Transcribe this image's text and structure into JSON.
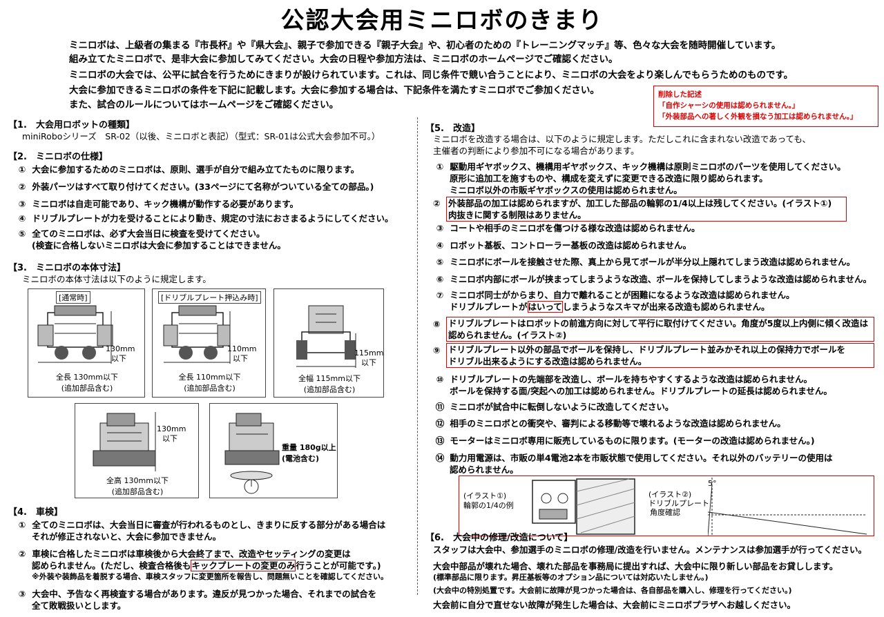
{
  "title": "公認大会用ミニロボのきまり",
  "intro": [
    "ミニロボは、上級者の集まる『市長杯』や『県大会』、親子で参加できる『親子大会』や、初心者のための『トレーニングマッチ』等、色々な大会を随時開催しています。",
    "組み立てたミニロボで、是非大会に参加してみてください。大会の日程や参加方法は、ミニロボのホームページでご確認ください。",
    "ミニロボの大会では、公平に試合を行うためにきまりが設けられています。これは、同じ条件で競い合うことにより、ミニロボの大会をより楽しんでもらうためのものです。",
    "大会に参加できるミニロボの条件を下記に記載します。大会に参加する場合は、下記条件を満たすミニロボでご参加ください。",
    "また、試合のルールについてはホームページをご確認ください。"
  ],
  "removed": {
    "heading": "削除した記述",
    "lines": [
      "「自作シャーシの使用は認められません。」",
      "「外装部品への著しく外観を損なう加工は認められません。」"
    ]
  },
  "s1": {
    "heading": "【1.　大会用ロボットの種類】",
    "text": "miniRoboシリーズ　SR-02（以後、ミニロボと表記）（型式：SR-01は公式大会参加不可。）"
  },
  "s2": {
    "heading": "【2.　ミニロボの仕様】",
    "items": [
      {
        "n": "①",
        "t": "大会に参加するためのミニロボは、原則、選手が自分で組み立てたものに限ります。"
      },
      {
        "n": "②",
        "t": "外装パーツはすべて取り付けてください。(33ページにて名称がついている全ての部品。)"
      },
      {
        "n": "③",
        "t": "ミニロボは自走可能であり、キック機構が動作する必要があります。"
      },
      {
        "n": "④",
        "t": "ドリブルプレートが力を受けることにより動き、規定の寸法におさまるようにしてください。"
      },
      {
        "n": "⑤",
        "t": "全てのミニロボは、必ず大会当日に検査を受けてください。"
      }
    ],
    "item5_sub": "(検査に合格しないミニロボは大会に参加することはできません。"
  },
  "s3": {
    "heading": "【3.　ミニロボの本体寸法】",
    "text": "ミニロボの本体寸法は以下のように規定します。",
    "fig1": {
      "tag": "[通常時]",
      "dim": "130mm",
      "dim2": "以下",
      "cap1": "全長 130mm以下",
      "cap2": "(追加部品含む)"
    },
    "fig2": {
      "tag": "[ドリブルプレート押込み時]",
      "dim": "110mm",
      "dim2": "以下",
      "cap1": "全長 110mm以下",
      "cap2": "(追加部品含む)"
    },
    "fig3": {
      "dim": "115mm",
      "dim2": "以下",
      "cap1": "全幅 115mm以下",
      "cap2": "(追加部品含む)"
    },
    "fig4": {
      "dim": "130mm",
      "dim2": "以下",
      "cap1": "全高 130mm以下",
      "cap2": "(追加部品含む)"
    },
    "fig5": {
      "cap1": "重量 180g以上",
      "cap2": "(電池含む)"
    }
  },
  "s4": {
    "heading": "【4.　車検】",
    "i1a": "全てのミニロボは、大会当日に審査が行われるものとし、きまりに反する部分がある場合は",
    "i1b": "それが修正されないと、大会に参加できません。",
    "i2a": "車検に合格したミニロボは車検後から大会終了まで、改造やセッティングの変更は",
    "i2b1": "認められません。(ただし、検査合格後も",
    "i2b2": "キックプレートの変更のみ",
    "i2b3": "行うことが可能です。)",
    "i2c": "※外装や装飾品を着脱する場合、車検スタッフに変更箇所を報告し、問題無いことを確認してください。",
    "i3a": "大会中、予告なく再検査する場合があります。違反が見つかった場合、それまでの試合を",
    "i3b": "全て敗戦扱いとします。",
    "n1": "①",
    "n2": "②",
    "n3": "③"
  },
  "s5": {
    "heading": "【5.　改造】",
    "lead1": "ミニロボを改造する場合は、以下のように規定します。ただしこれに含まれない改造であっても、",
    "lead2": "主催者の判断により参加不可になる場合があります。",
    "items": [
      {
        "n": "①",
        "lines": [
          "駆動用ギヤボックス、機構用ギヤボックス、キック機構は原則ミニロボのパーツを使用してください。",
          "原形に追加工を施すものや、構成を変えずに変更できる改造に限り認められます。",
          "ミニロボ以外の市販ギヤボックスの使用は認められません。"
        ]
      },
      {
        "n": "②",
        "lines": [
          "外装部品の加工は認められますが、加工した部品の輪郭の1/4以上は残してください。(イラスト①)",
          "肉抜きに関する制限はありません。"
        ]
      },
      {
        "n": "③",
        "lines": [
          "コートや相手のミニロボを傷つける様な改造は認められません。"
        ]
      },
      {
        "n": "④",
        "lines": [
          "ロボット基板、コントローラー基板の改造は認められません。"
        ]
      },
      {
        "n": "⑤",
        "lines": [
          "ミニロボにボールを接触させた際、真上から見てボールが半分以上隠れてしまう改造は認められません。"
        ]
      },
      {
        "n": "⑥",
        "lines": [
          "ミニロボ内部にボールが挟まってしまうような改造、ボールを保持してしまうような改造は認められません。"
        ]
      },
      {
        "n": "⑦",
        "lines": [
          "ミニロボ同士がからまり、自力で離れることが困難になるような改造は認められません。"
        ]
      },
      {
        "n": "⑧",
        "lines": [
          "ドリブルプレートはロボットの前進方向に対して平行に取付けてください。角度が5度以上内側に傾く改造は",
          "認められません。(イラスト②)"
        ]
      },
      {
        "n": "⑨",
        "lines": [
          "ドリブルプレート以外の部品でボールを保持し、ドリブルプレート並みかそれ以上の保持力でボールを",
          "ドリブル出来るようにする改造は認められません。"
        ]
      },
      {
        "n": "⑩",
        "lines": [
          "ドリブルプレートの先端部を改造し、ボールを持ちやすくするような改造は認められません。",
          "ボールを保持する面/突起への加工は認められません。ドリブルプレートの延長は認められません。"
        ]
      },
      {
        "n": "⑪",
        "lines": [
          "ミニロボが試合中に転倒しないように改造してください。"
        ]
      },
      {
        "n": "⑫",
        "lines": [
          "相手のミニロボとの衝突や、審判による移動等で壊れるような改造は認められません。"
        ]
      },
      {
        "n": "⑬",
        "lines": [
          "モーターはミニロボ専用に販売しているものに限ります。(モーターの改造は認められません。)"
        ]
      },
      {
        "n": "⑭",
        "lines": [
          "動力用電源は、市販の単4電池2本を市販状態で使用してください。それ以外のバッテリーの使用は",
          "認められません。"
        ]
      }
    ],
    "i7b1": "ドリブルプレートが",
    "i7b2": "はいって",
    "i7b3": "しまうようなスキマが出来る改造も認められません。",
    "ill1a": "(イラスト①)",
    "ill1b": "輪郭の1/4の例",
    "ill2a": "(イラスト②)",
    "ill2b": "ドリブルプレート",
    "ill2c": "角度確認",
    "angle": "5°"
  },
  "s6": {
    "heading": "【6.　大会中の修理/改造について】",
    "l1": "スタッフは大会中、参加選手のミニロボの修理/改造を行いません。メンテナンスは参加選手が行ってください。",
    "l2": "大会中部品が壊れた場合、壊れた部品を事務局に提出すれば、大会中に限り新しい部品をお貸しします。",
    "l3": "(標準部品に限ります。昇圧基板等のオプション品については対応いたしません。)",
    "l4": "(大会中の特別処置です。大会前に故障が見つかった場合は、各自部品を購入し、修理を行ってください。)",
    "l5": "大会前に自分で直せない故障が発生した場合は、大会前にミニロボプラザへお越しください。"
  }
}
